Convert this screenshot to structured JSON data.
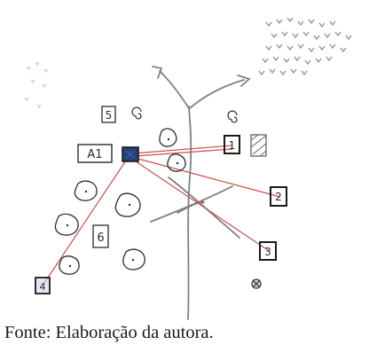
{
  "caption": "Fonte: Elaboração da autora.",
  "labels": {
    "box_a1": "A1",
    "box_1": "1",
    "box_2": "2",
    "box_3": "3",
    "box_4": "4",
    "box_5": "5",
    "box_6": "6"
  },
  "colors": {
    "ink": "#2b2b2b",
    "pencil": "#7d8185",
    "red_line": "#c8504a",
    "blue_fill": "#27407a",
    "purple_decor": "#8a7fb8",
    "caption_text": "#1a1a1a"
  }
}
